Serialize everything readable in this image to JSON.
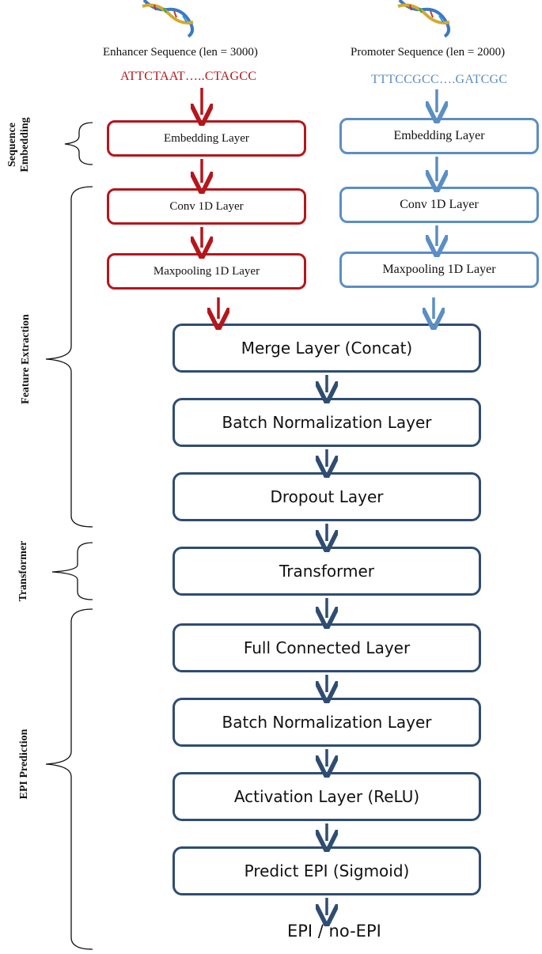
{
  "sections": {
    "sequence_embedding": [
      "Sequence",
      "Embedding"
    ],
    "feature_extraction": "Feature Extraction",
    "transformer": "Transformer",
    "epi_prediction": "EPI Prediction"
  },
  "enhancer": {
    "title": "Enhancer Sequence (len = 3000)",
    "sequence": "ATTCTAAT…..CTAGCC",
    "color": "#b5161b",
    "layers": [
      "Embedding Layer",
      "Conv 1D Layer",
      "Maxpooling 1D Layer"
    ]
  },
  "promoter": {
    "title": "Promoter Sequence (len = 2000)",
    "sequence": "TTTCCGCC….GATCGC",
    "color": "#5b8ec4",
    "layers": [
      "Embedding Layer",
      "Conv 1D Layer",
      "Maxpooling 1D Layer"
    ]
  },
  "main_layers": [
    "Merge Layer (Concat)",
    "Batch Normalization Layer",
    "Dropout Layer",
    "Transformer",
    "Full Connected Layer",
    "Batch Normalization Layer",
    "Activation Layer (ReLU)",
    "Predict EPI (Sigmoid)"
  ],
  "main_color": "#2f4d72",
  "output": "EPI / no-EPI",
  "icons": [
    "dna-helix-icon",
    "dna-helix-icon"
  ]
}
